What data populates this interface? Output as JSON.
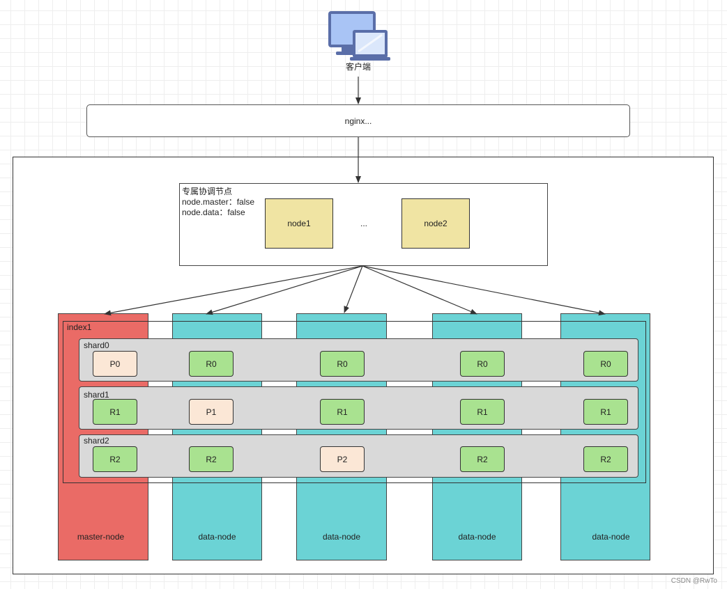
{
  "client": {
    "label": "客户端"
  },
  "nginx": {
    "label": "nginx..."
  },
  "coordinator": {
    "title": "专属协调节点",
    "config_master": "node.master：false",
    "config_data": "node.data：false",
    "nodes": [
      "node1",
      "node2"
    ],
    "ellipsis": "..."
  },
  "index": {
    "label": "index1",
    "shards": [
      {
        "label": "shard0",
        "cells": [
          "P0",
          "R0",
          "R0",
          "R0",
          "R0"
        ]
      },
      {
        "label": "shard1",
        "cells": [
          "R1",
          "P1",
          "R1",
          "R1",
          "R1"
        ]
      },
      {
        "label": "shard2",
        "cells": [
          "R2",
          "R2",
          "P2",
          "R2",
          "R2"
        ]
      }
    ]
  },
  "columns": [
    "master-node",
    "data-node",
    "data-node",
    "data-node",
    "data-node"
  ],
  "colors": {
    "master_node": "#ea6b66",
    "data_node": "#6bd3d5",
    "coordinator_node": "#f0e4a3",
    "replica_shard": "#a9e290",
    "primary_shard": "#fbe7d6",
    "shard_row": "#d9d9d9"
  },
  "watermark": "CSDN @RwTo"
}
